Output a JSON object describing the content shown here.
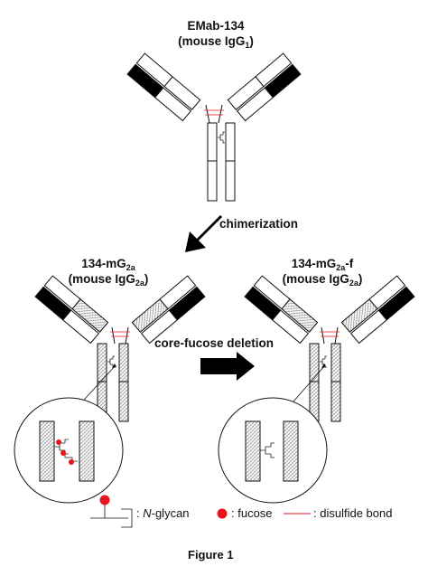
{
  "antibodies": {
    "top": {
      "name": "EMab-134",
      "subtitle_prefix": "(mouse IgG",
      "subtitle_sub": "1",
      "subtitle_suffix": ")"
    },
    "left": {
      "name_prefix": "134-mG",
      "name_sub": "2a",
      "name_suffix": "",
      "subtitle_prefix": "(mouse IgG",
      "subtitle_sub": "2a",
      "subtitle_suffix": ")"
    },
    "right": {
      "name_prefix": "134-mG",
      "name_sub": "2a",
      "name_suffix": "-f",
      "subtitle_prefix": "(mouse IgG",
      "subtitle_sub": "2a",
      "subtitle_suffix": ")"
    }
  },
  "arrows": {
    "chimerization": "chimerization",
    "core_fucose_deletion": "core-fucose deletion"
  },
  "legend": {
    "nglycan_prefix": ": ",
    "nglycan_italic": "N",
    "nglycan_suffix": "-glycan",
    "fucose": ": fucose",
    "disulfide": ": disulfide bond"
  },
  "caption": "Figure 1",
  "colors": {
    "stroke": "#111111",
    "heavy_variable": "#000000",
    "fucose": "#e8141b",
    "disulfide": "#e8141b",
    "hatch": "#9a9a9a"
  }
}
